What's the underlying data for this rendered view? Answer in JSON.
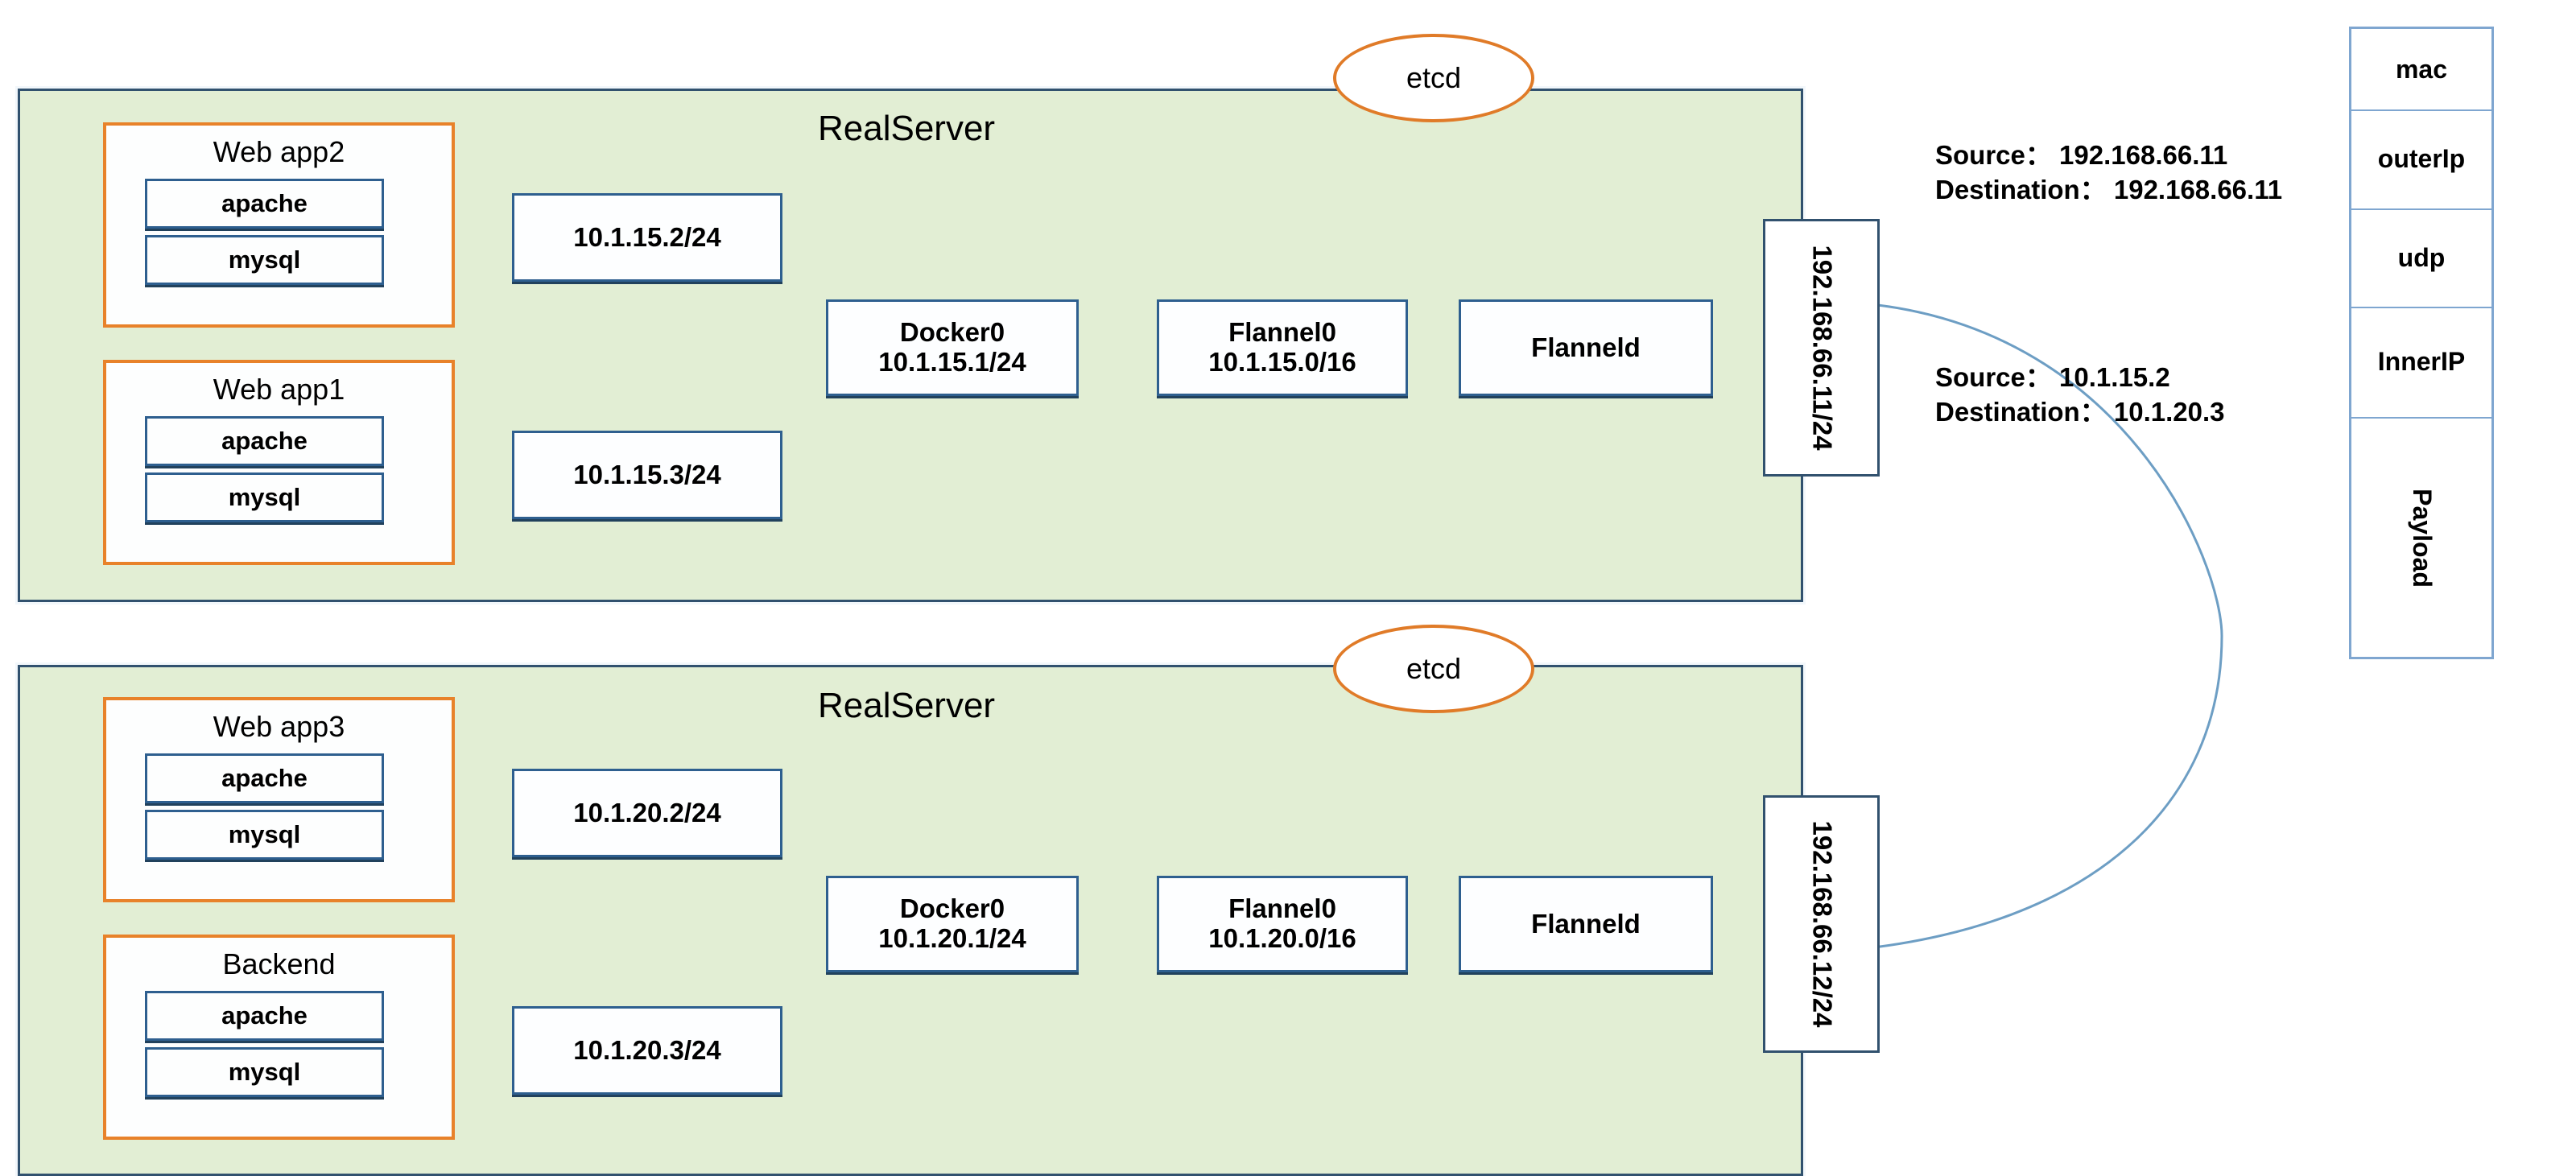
{
  "diagram": {
    "title": "Flannel UDP overlay network across two RealServers",
    "colors": {
      "host_fill": "#e2eed4",
      "host_border": "#31516e",
      "pod_border": "#e8822a",
      "node_border": "#2e5f8f",
      "wire": "#6d9ec4",
      "etcd_border": "#e07b28",
      "packet_border": "#7fa6d0"
    }
  },
  "hosts": [
    {
      "id": "host-top",
      "label": "RealServer",
      "etcd_label": "etcd",
      "ip_label": "192.168.66.11/24",
      "pods": [
        {
          "title": "Web app2",
          "services": [
            "apache",
            "mysql"
          ],
          "container_ip": "10.1.15.2/24"
        },
        {
          "title": "Web app1",
          "services": [
            "apache",
            "mysql"
          ],
          "container_ip": "10.1.15.3/24"
        }
      ],
      "bridge": {
        "name": "Docker0",
        "cidr": "10.1.15.1/24"
      },
      "overlay": {
        "name": "Flannel0",
        "cidr": "10.1.15.0/16"
      },
      "daemon": {
        "name": "Flanneld"
      }
    },
    {
      "id": "host-bottom",
      "label": "RealServer",
      "etcd_label": "etcd",
      "ip_label": "192.168.66.12/24",
      "pods": [
        {
          "title": "Web app3",
          "services": [
            "apache",
            "mysql"
          ],
          "container_ip": "10.1.20.2/24"
        },
        {
          "title": "Backend",
          "services": [
            "apache",
            "mysql"
          ],
          "container_ip": "10.1.20.3/24"
        }
      ],
      "bridge": {
        "name": "Docker0",
        "cidr": "10.1.20.1/24"
      },
      "overlay": {
        "name": "Flannel0",
        "cidr": "10.1.20.0/16"
      },
      "daemon": {
        "name": "Flanneld"
      }
    }
  ],
  "annotations": [
    {
      "id": "outer-header",
      "source_label": "Source：",
      "source_value": "192.168.66.11",
      "destination_label": "Destination：",
      "destination_value": "192.168.66.11"
    },
    {
      "id": "inner-header",
      "source_label": "Source：",
      "source_value": "10.1.15.2",
      "destination_label": "Destination：",
      "destination_value": "10.1.20.3"
    }
  ],
  "packet_stack": {
    "layers": [
      {
        "label": "mac",
        "rotated": false
      },
      {
        "label": "outerIp",
        "rotated": false
      },
      {
        "label": "udp",
        "rotated": false
      },
      {
        "label": "InnerIP",
        "rotated": false
      },
      {
        "label": "Payload",
        "rotated": true
      }
    ]
  }
}
